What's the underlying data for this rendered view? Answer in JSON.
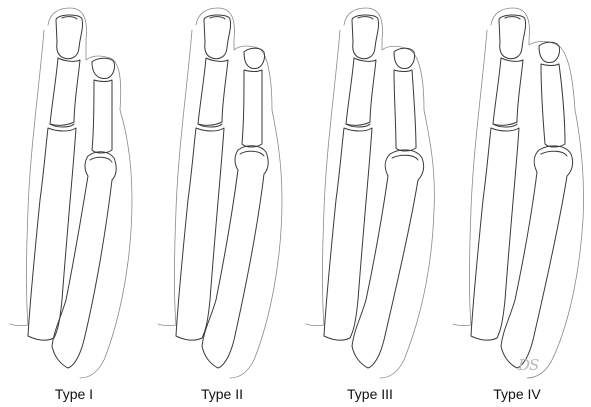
{
  "labels": [
    "Type I",
    "Type II",
    "Type III",
    "Type IV"
  ],
  "signature": "DS",
  "colors": {
    "line": "#3a3a3a",
    "skin": "#8a8a8a",
    "background": "#ffffff"
  }
}
